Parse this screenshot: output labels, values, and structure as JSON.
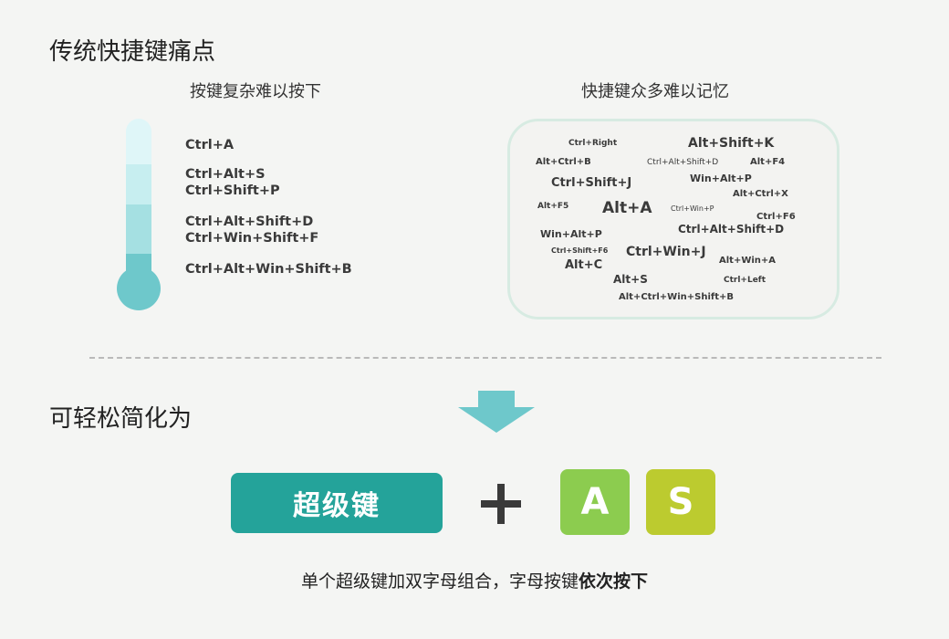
{
  "top_section": {
    "title": "传统快捷键痛点",
    "left_subtitle": "按键复杂难以按下",
    "right_subtitle": "快捷键众多难以记忆",
    "combos": [
      "Ctrl+A",
      "Ctrl+Alt+S",
      "Ctrl+Shift+P",
      "Ctrl+Alt+Shift+D",
      "Ctrl+Win+Shift+F",
      "Ctrl+Alt+Win+Shift+B"
    ],
    "cloud_keywords": [
      "Ctrl+Right",
      "Alt+Shift+K",
      "Alt+Ctrl+B",
      "Ctrl+Alt+Shift+D",
      "Alt+F4",
      "Win+Alt+P",
      "Ctrl+Shift+J",
      "Alt+Ctrl+X",
      "Alt+F5",
      "Alt+A",
      "Ctrl+Win+P",
      "Ctrl+F6",
      "Ctrl+Alt+Shift+D",
      "Win+Alt+P",
      "Ctrl+Shift+F6",
      "Ctrl+Win+J",
      "Alt+C",
      "Alt+Win+A",
      "Alt+S",
      "Ctrl+Left",
      "Alt+Ctrl+Win+Shift+B"
    ]
  },
  "bottom_section": {
    "title": "可轻松简化为",
    "super_key_label": "超级键",
    "key_a": "A",
    "key_s": "S",
    "caption_normal": "单个超级键加双字母组合，字母按键",
    "caption_bold": "依次按下"
  },
  "colors": {
    "teal_dark": "#24a39a",
    "teal_arrow": "#6ec8cb",
    "green_a": "#8ccc4f",
    "green_s": "#bccb2f",
    "thermo_1": "#dff6f8",
    "thermo_2": "#c7eef0",
    "thermo_3": "#a5e0e2",
    "thermo_4": "#6ec8cb"
  }
}
